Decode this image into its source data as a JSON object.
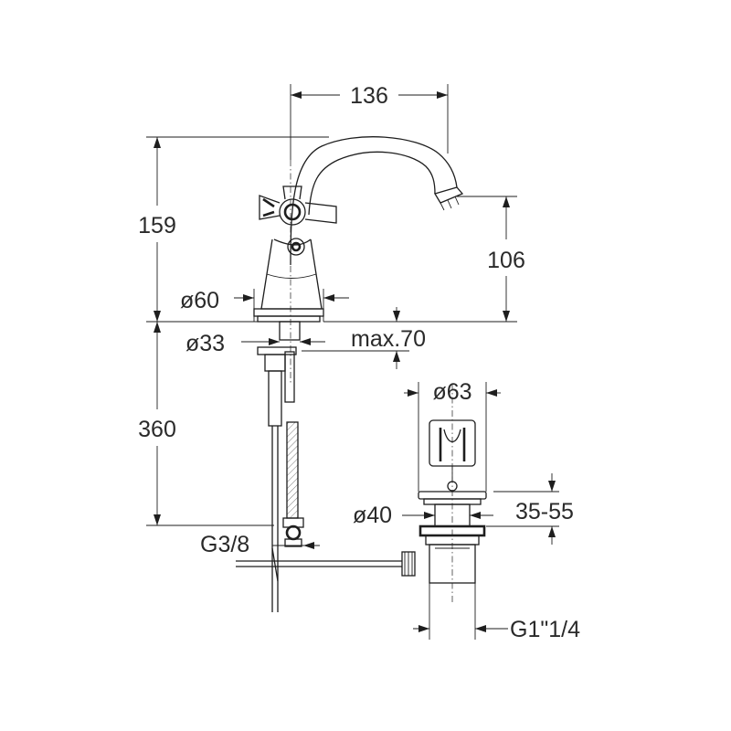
{
  "drawing": {
    "line_color": "#1e1e1e",
    "text_color": "#2a2a2a",
    "background": "#ffffff"
  },
  "dimensions": {
    "spout_reach": "136",
    "total_height": "159",
    "spout_height": "106",
    "base_diameter": "ø60",
    "thread_diameter": "ø33",
    "max_deck_thickness": "max.70",
    "hose_length": "360",
    "inlet_thread": "G3/8",
    "waste_top_diameter": "ø63",
    "waste_plug_diameter": "ø40",
    "waste_clamp_range": "35-55",
    "waste_thread": "G1\"1/4"
  }
}
